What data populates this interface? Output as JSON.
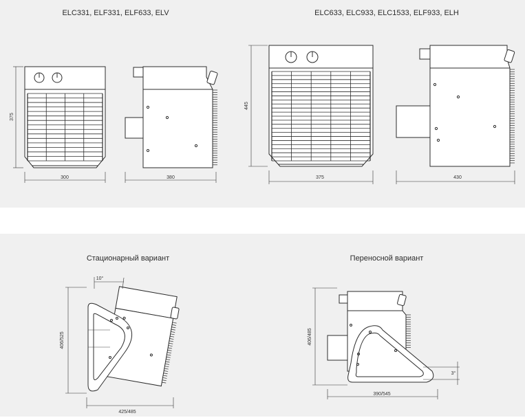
{
  "panels": {
    "top": {
      "background": "#f0f0f0"
    },
    "bottom": {
      "background": "#f0f0f0"
    }
  },
  "groups": {
    "small_title": "ELC331, ELF331, ELF633, ELV",
    "large_title": "ELC633, ELC933, ELC1533, ELF933, ELH",
    "stationary_title": "Стационарный вариант",
    "portable_title": "Переносной вариант"
  },
  "dimensions": {
    "small_height": "375",
    "small_width": "300",
    "small_depth": "380",
    "large_height": "445",
    "large_width": "375",
    "large_depth": "430",
    "stationary_angle": "10°",
    "stationary_height": "406/525",
    "stationary_width": "425/485",
    "portable_height": "406/485",
    "portable_width": "390/545",
    "portable_angle": "3°"
  }
}
